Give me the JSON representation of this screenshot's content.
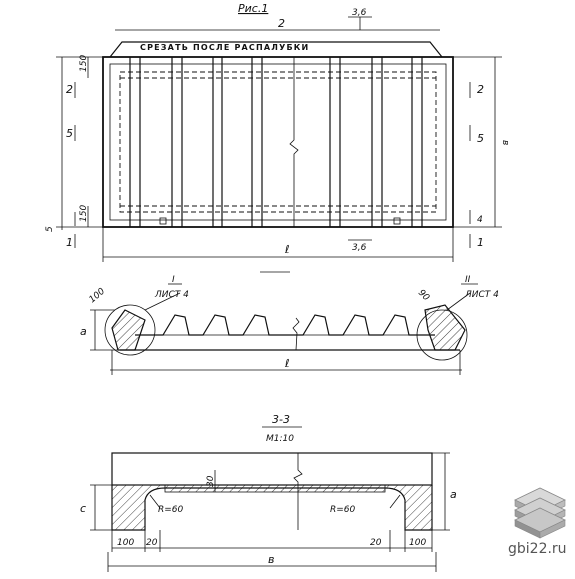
{
  "figure": {
    "title": "Рис.1",
    "top_width_label": "2",
    "section_ref_top": "3,6",
    "section_ref_bottom": "3,6",
    "cut_note": "СРЕЗАТЬ   ПОСЛЕ   РАСПАЛУБКИ",
    "dim_150_top": "150",
    "dim_150_bottom": "150",
    "length_label": "ℓ",
    "width_label": "в",
    "left_markers": [
      "2",
      "5",
      "5",
      "1"
    ],
    "right_markers": [
      "2",
      "5",
      "4",
      "1"
    ]
  },
  "elevation": {
    "angle_left": "100",
    "angle_right": "90",
    "callout_left_num": "I",
    "callout_left_sheet": "ЛИСТ 4",
    "callout_right_num": "II",
    "callout_right_sheet": "ЛИСТ 4",
    "height_label": "a",
    "length_label": "ℓ"
  },
  "section": {
    "title": "3-3",
    "scale": "М1:10",
    "dim_30": "30",
    "radius_left": "R=60",
    "radius_right": "R=60",
    "dim_100_left": "100",
    "dim_20_left": "20",
    "dim_20_right": "20",
    "dim_100_right": "100",
    "height_c": "c",
    "height_a": "a",
    "width_label": "в"
  },
  "watermark": {
    "text": "gbi22.ru",
    "logo": "stacked-slabs-logo"
  }
}
